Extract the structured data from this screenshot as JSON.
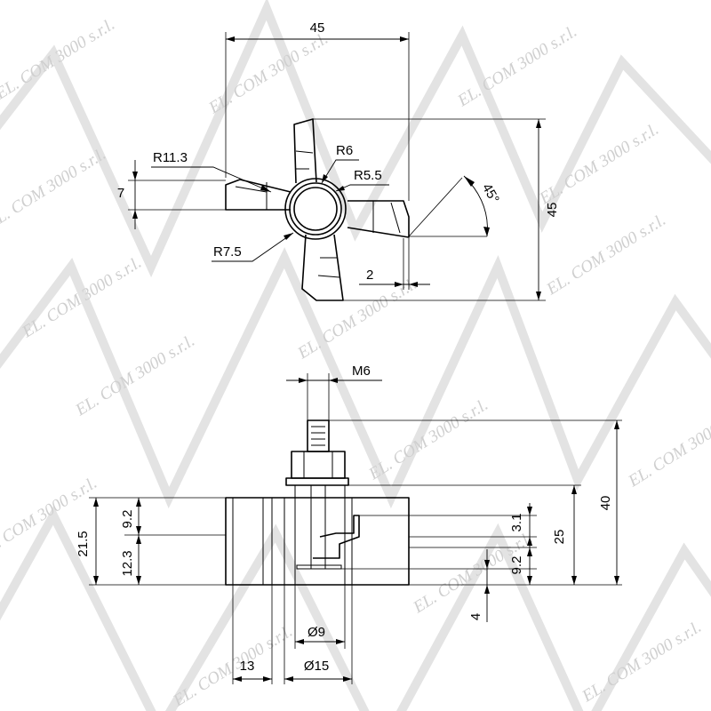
{
  "watermark": {
    "text": "EL. COM 3000 s.r.l."
  },
  "top_view": {
    "width_label": "45",
    "height_label": "45",
    "blade_width_label": "7",
    "r_outer_label": "R11.3",
    "r_hub_label": "R6",
    "r_bore_label": "R5.5",
    "r_fillet_label": "R7.5",
    "angle_label": "45°",
    "offset_label": "2"
  },
  "side_view": {
    "thread_label": "M6",
    "total_height_label": "40",
    "body_height_label": "25",
    "left_height_label": "21.5",
    "upper_label": "9.2",
    "lower_label": "12.3",
    "slot_label": "3.1",
    "slot_gap_label": "9.2",
    "base_offset_label": "4",
    "left_width_label": "13",
    "inner_dia_label": "Ø9",
    "outer_dia_label": "Ø15"
  }
}
